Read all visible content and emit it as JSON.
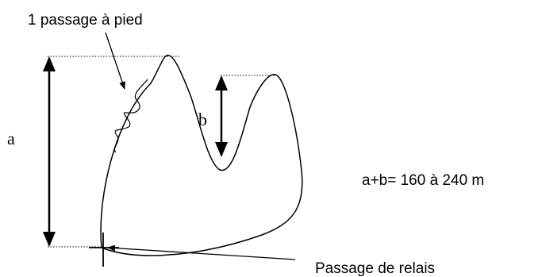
{
  "labels": {
    "pedestrian_passage": "1 passage à pied",
    "height_a": "a",
    "height_b": "b",
    "formula": "a+b= 160 à 240 m",
    "relay_passage": "Passage de relais"
  },
  "colors": {
    "stroke": "#000000",
    "background": "#ffffff"
  }
}
